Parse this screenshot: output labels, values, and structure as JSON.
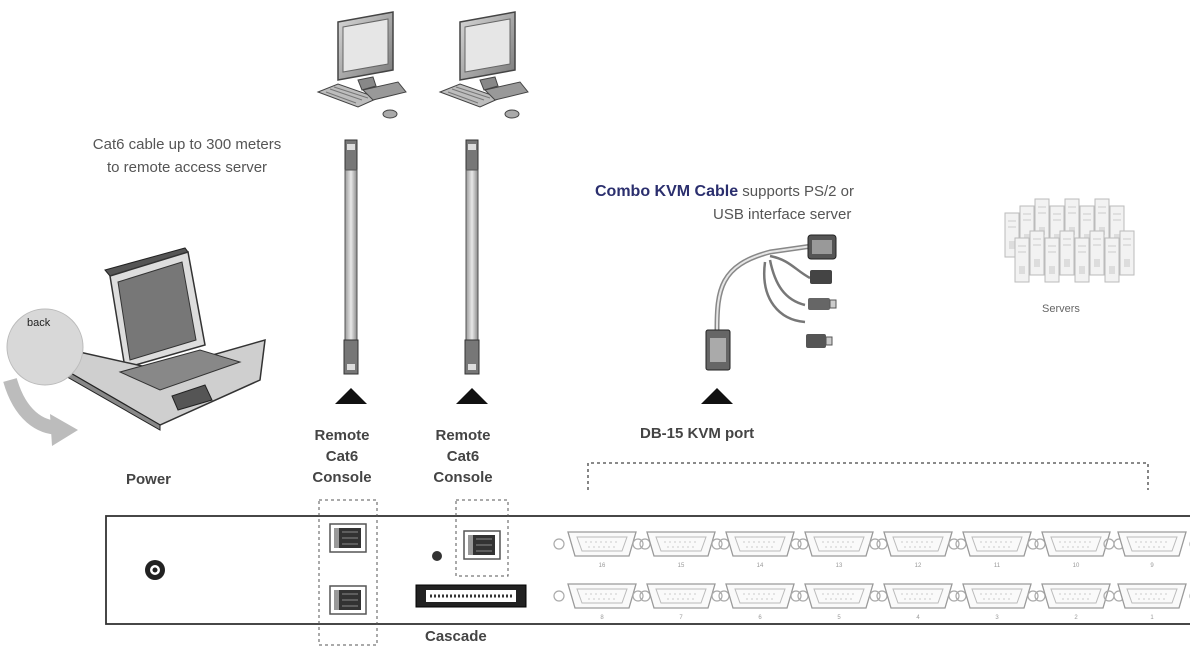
{
  "diagram": {
    "cat6_note": {
      "line1": "Cat6 cable up to 300 meters",
      "line2": "to remote access server"
    },
    "combo_note": {
      "highlight": "Combo KVM Cable",
      "line1_rest": " supports PS/2 or",
      "line2": "USB interface server"
    },
    "servers_label": "Servers",
    "back_label": "back",
    "power_label": "Power",
    "remote_console_1": {
      "line1": "Remote",
      "line2": "Cat6",
      "line3": "Console"
    },
    "remote_console_2": {
      "line1": "Remote",
      "line2": "Cat6",
      "line3": "Console"
    },
    "db15_label": "DB-15 KVM port",
    "cascade_label": "Cascade",
    "port_numbers_top": [
      "16",
      "15",
      "14",
      "13",
      "12",
      "11",
      "10",
      "9"
    ],
    "port_numbers_bottom": [
      "8",
      "7",
      "6",
      "5",
      "4",
      "3",
      "2",
      "1"
    ]
  }
}
